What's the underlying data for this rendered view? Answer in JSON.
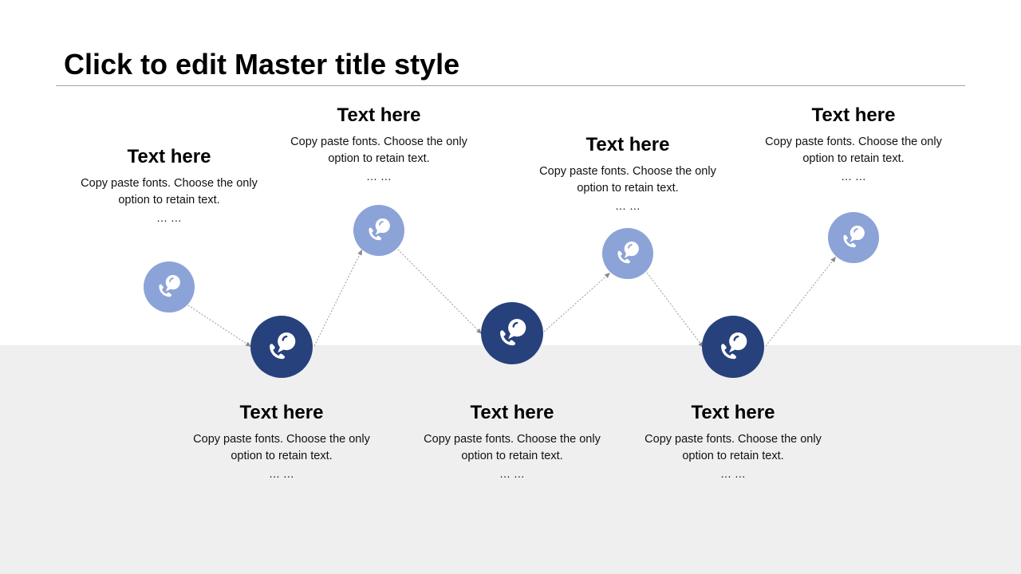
{
  "slide": {
    "title": "Click to edit Master title style"
  },
  "colors": {
    "light_node": "#8ca3d8",
    "dark_node": "#27417c",
    "band": "#efefef",
    "connector": "#9a9a9a"
  },
  "icon": "phone-chat-bubble-icon",
  "steps": [
    {
      "heading": "Text here",
      "body": "Copy paste fonts. Choose the only option to retain text.",
      "ellipsis": "… …"
    },
    {
      "heading": "Text here",
      "body": "Copy paste fonts. Choose the only option to retain text.",
      "ellipsis": "… …"
    },
    {
      "heading": "Text here",
      "body": "Copy paste fonts. Choose the only option to retain text.",
      "ellipsis": "… …"
    },
    {
      "heading": "Text here",
      "body": "Copy paste fonts. Choose the only option to retain text.",
      "ellipsis": "… …"
    },
    {
      "heading": "Text here",
      "body": "Copy paste fonts. Choose the only option to retain text.",
      "ellipsis": "… …"
    },
    {
      "heading": "Text here",
      "body": "Copy paste fonts. Choose the only option to retain text.",
      "ellipsis": "… …"
    },
    {
      "heading": "Text here",
      "body": "Copy paste fonts. Choose the only option to retain text.",
      "ellipsis": "… …"
    }
  ]
}
